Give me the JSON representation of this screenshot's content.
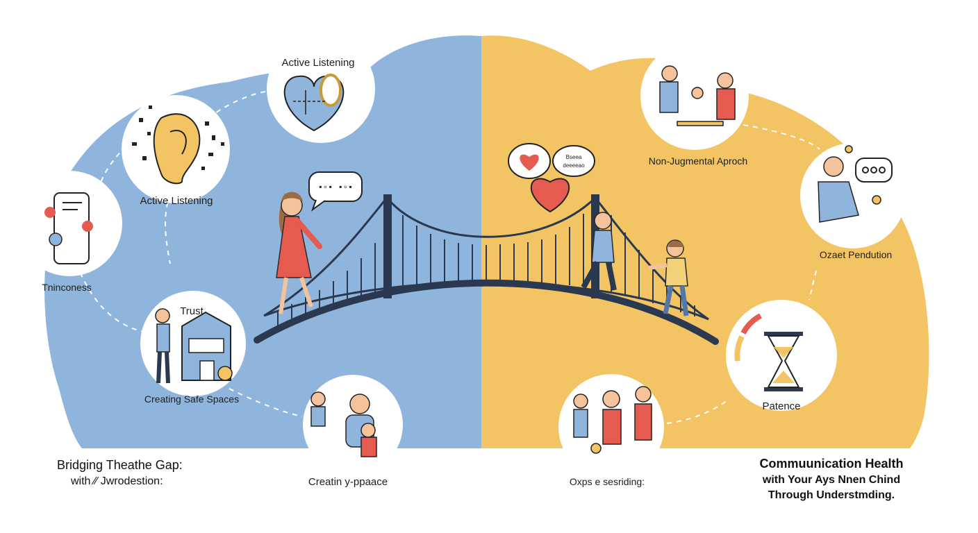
{
  "labels": {
    "active_listening_top": "Active Listening",
    "active_listening_ear": "Active Listening",
    "tninconess": "Tninconess",
    "trust": "Trust",
    "creating_safe_spaces": "Creating Safe Spaces",
    "creatin_y_ppaace": "Creatin y‑ppaace",
    "non_judgmental": "Non‑Jugmental Aproch",
    "ozaet_pendution": "Ozaet Pendution",
    "patence": "Patence",
    "oxps_esriding": "Oxps e sesriding:"
  },
  "speech": {
    "bubble_text": "Bseea\ndeeeeao",
    "squiggle": "⁘⁘ ⁘⁘"
  },
  "footer": {
    "left_title": "Bridging Theathe Gap:",
    "left_subtitle": "with ⁄⁄ Jwrodestion:",
    "right_title": "Commuunication Health",
    "right_line2": "with Your Ays Nnen Chind",
    "right_line3": "Through Understmding."
  },
  "colors": {
    "blue": "#8fb5dc",
    "yellow": "#f3c463",
    "accent_red": "#e55b4f",
    "navy": "#2a3850",
    "skin": "#f4c29b"
  },
  "icons": [
    "heart-mirror-icon",
    "ear-icon",
    "phone-icon",
    "house-icon",
    "hourglass-icon",
    "speech-bubble-icon",
    "heart-icon",
    "bridge-icon"
  ]
}
